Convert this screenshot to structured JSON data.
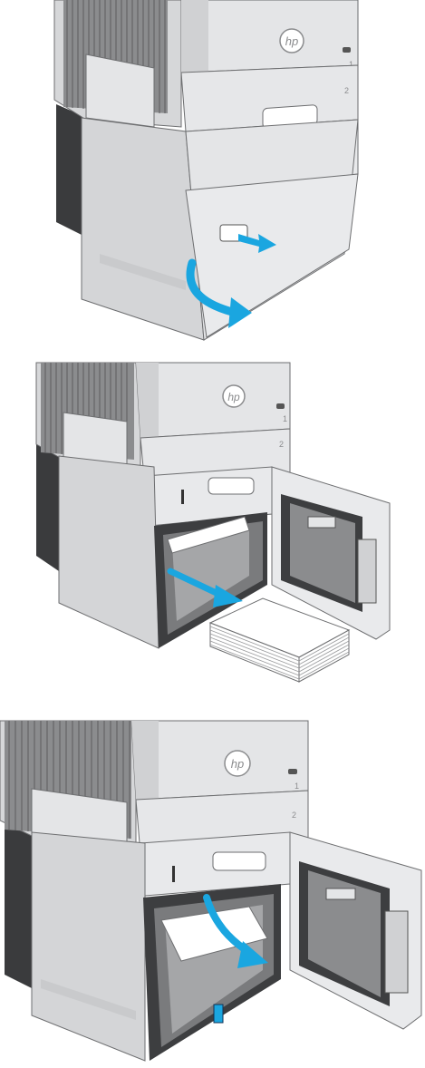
{
  "illustrations": [
    {
      "id": "step-1",
      "brand_logo": "hp",
      "tray_labels": [
        "1",
        "2"
      ],
      "arrows": [
        "push-arrow",
        "open-door-arrow"
      ]
    },
    {
      "id": "step-2",
      "brand_logo": "hp",
      "tray_labels": [
        "1",
        "2"
      ],
      "arrows": [
        "pull-paper-arrow"
      ]
    },
    {
      "id": "step-3",
      "brand_logo": "hp",
      "tray_labels": [
        "1",
        "2"
      ],
      "arrows": [
        "remove-jam-arrow"
      ]
    }
  ],
  "colors": {
    "printer_body": "#e4e5e7",
    "printer_shadow": "#c9cacc",
    "printer_dark": "#3a3b3d",
    "outline": "#6d6e70",
    "arrow_blue": "#1aa6e0",
    "paper": "#ffffff"
  }
}
